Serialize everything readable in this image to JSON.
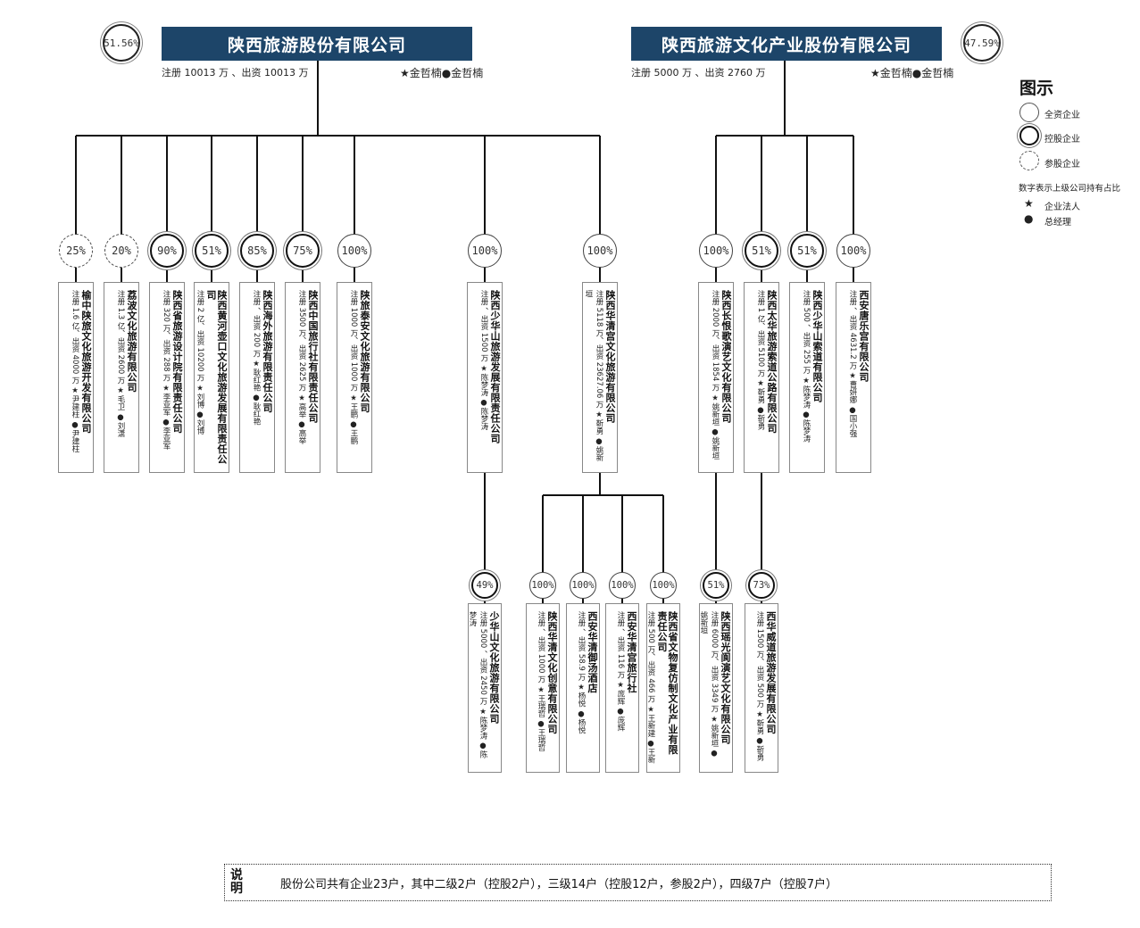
{
  "parents": [
    {
      "name": "陕西旅游股份有限公司",
      "pct": "51.56%",
      "reg": "注册 10013 万 、出资 10013 万",
      "mgr": "★金哲楠●金哲楠"
    },
    {
      "name": "陕西旅游文化产业股份有限公司",
      "pct": "47.59%",
      "reg": "注册 5000 万 、出资 2760 万",
      "mgr": "★金哲楠●金哲楠"
    }
  ],
  "level3": [
    {
      "pct": "25%",
      "type": "part",
      "name": "榆中陕旅文化旅游开发有限公司",
      "info": "注册 1.6 亿、出资 4000 万 ★尹建柱 ●尹建柱"
    },
    {
      "pct": "20%",
      "type": "part",
      "name": "荔波文化旅游有限公司",
      "info": "注册 1.3 亿、出资 2600 万 ★毛卫 ●刘潇"
    },
    {
      "pct": "90%",
      "type": "ctrl",
      "name": "陕西省旅游设计院有限责任公司",
      "info": "注册 320 万、出资 288 万 ★李亚军 ●李亚军"
    },
    {
      "pct": "51%",
      "type": "ctrl",
      "name": "陕西黄河壶口文化旅游发展有限责任公司",
      "info": "注册 2 亿、出资 10200 万 ★刘博 ●刘博"
    },
    {
      "pct": "85%",
      "type": "ctrl",
      "name": "陕西海外旅游有限责任公司",
      "info": "注册 、出资 200 万 ★耿红艳 ●耿红艳"
    },
    {
      "pct": "75%",
      "type": "ctrl",
      "name": "陕西中国旅行社有限责任公司",
      "info": "注册 3500 万、出资 2625 万 ★高举 ●高举"
    },
    {
      "pct": "100%",
      "type": "full",
      "name": "陕旅泰安文化旅游有限公司",
      "info": "注册 1000 万、出资 1000 万 ★王鹏 ●王鹏"
    },
    {
      "pct": "100%",
      "type": "full",
      "name": "陕西少华山旅游发展有限责任公司",
      "info": "注册 、出资 1500 万 ★陈梦涛 ●陈梦涛"
    },
    {
      "pct": "100%",
      "type": "full",
      "name": "陕西华清宫文化旅游有限公司",
      "info": "注册 5118 万、出资 23627.06 万 ★靳勇 ●姚新垣"
    },
    {
      "pct": "100%",
      "type": "full",
      "name": "陕西长恨歌演艺文化有限公司",
      "info": "注册 2000 万、出资 1854 万 ★姚新垣 ●姚新垣"
    },
    {
      "pct": "51%",
      "type": "ctrl",
      "name": "陕西太华旅游索道公路有限公司",
      "info": "注册 1 亿、出资 5100 万 ★靳勇 ●靳勇"
    },
    {
      "pct": "51%",
      "type": "ctrl",
      "name": "陕西少华山索道有限公司",
      "info": "注册 500 、出资 255 万 ★陈梦涛 ●陈梦涛"
    },
    {
      "pct": "100%",
      "type": "full",
      "name": "西安唐乐宫有限公司",
      "info": "注册 、出资 4631.2 万 ★曹妍娜 ●国小强"
    }
  ],
  "level4": [
    {
      "pct": "49%",
      "type": "ctrl",
      "name": "少华山文化旅游有限公司",
      "info": "注册 5000 、出资 2450 万 ★陈梦涛 ●陈梦涛"
    },
    {
      "pct": "100%",
      "type": "full",
      "name": "陕西华清文化创意有限公司",
      "info": "注册 、出资 1000 万 ★王瑞哲 ●王瑞哲"
    },
    {
      "pct": "100%",
      "type": "full",
      "name": "西安华清御汤酒店",
      "info": "注册 、出资 58.9 万 ★杨悦 ●杨悦"
    },
    {
      "pct": "100%",
      "type": "full",
      "name": "西安华清宫旅行社",
      "info": "注册 、出资 116 万 ★庞辉 ●庞辉"
    },
    {
      "pct": "100%",
      "type": "full",
      "name": "陕西省文物复仿制文化产业有限责任公司",
      "info": "注册 500 万、出资 466 万 ★王新建 ●王新建"
    },
    {
      "pct": "51%",
      "type": "ctrl",
      "name": "陕西瑶光阆演艺文化有限公司",
      "info": "注册 6000 万、出资 3349 万 ★姚新垣 ●姚新垣"
    },
    {
      "pct": "73%",
      "type": "ctrl",
      "name": "西华威道旅游发展有限公司",
      "info": "注册 1500 万、出资 500 万 ★靳勇 ●靳勇"
    }
  ],
  "legend": {
    "title": "图示",
    "full": "全资企业",
    "ctrl": "控股企业",
    "part": "参股企业",
    "note": "数字表示上级公司持有占比",
    "star": "★",
    "star_label": "企业法人",
    "dot": "●",
    "dot_label": "总经理"
  },
  "footer": {
    "label": "说明",
    "text": "股份公司共有企业23户，其中二级2户（控股2户），三级14户（控股12户，参股2户），四级7户（控股7户）"
  }
}
